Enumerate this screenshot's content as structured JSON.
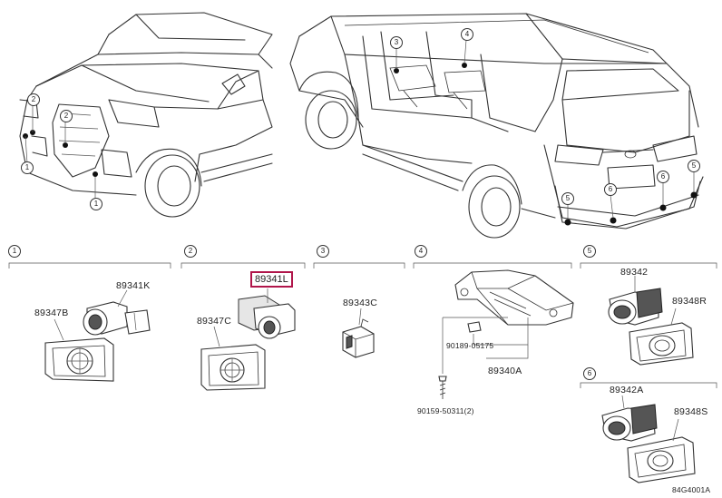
{
  "callouts": {
    "c1": "1",
    "c2": "2",
    "c3": "3",
    "c4": "4",
    "c5": "5",
    "c6": "6"
  },
  "parts": {
    "p89341k": "89341K",
    "p89347b": "89347B",
    "p89341l": "89341L",
    "p89347c": "89347C",
    "p89343c": "89343C",
    "p90189": "90189-05175",
    "p89340a": "89340A",
    "p90159": "90159-50311(2)",
    "p89342": "89342",
    "p89348r": "89348R",
    "p89342a": "89342A",
    "p89348s": "89348S"
  },
  "figure_id": "84G4001A",
  "colors": {
    "highlight": "#b0154a",
    "line": "#333333"
  }
}
